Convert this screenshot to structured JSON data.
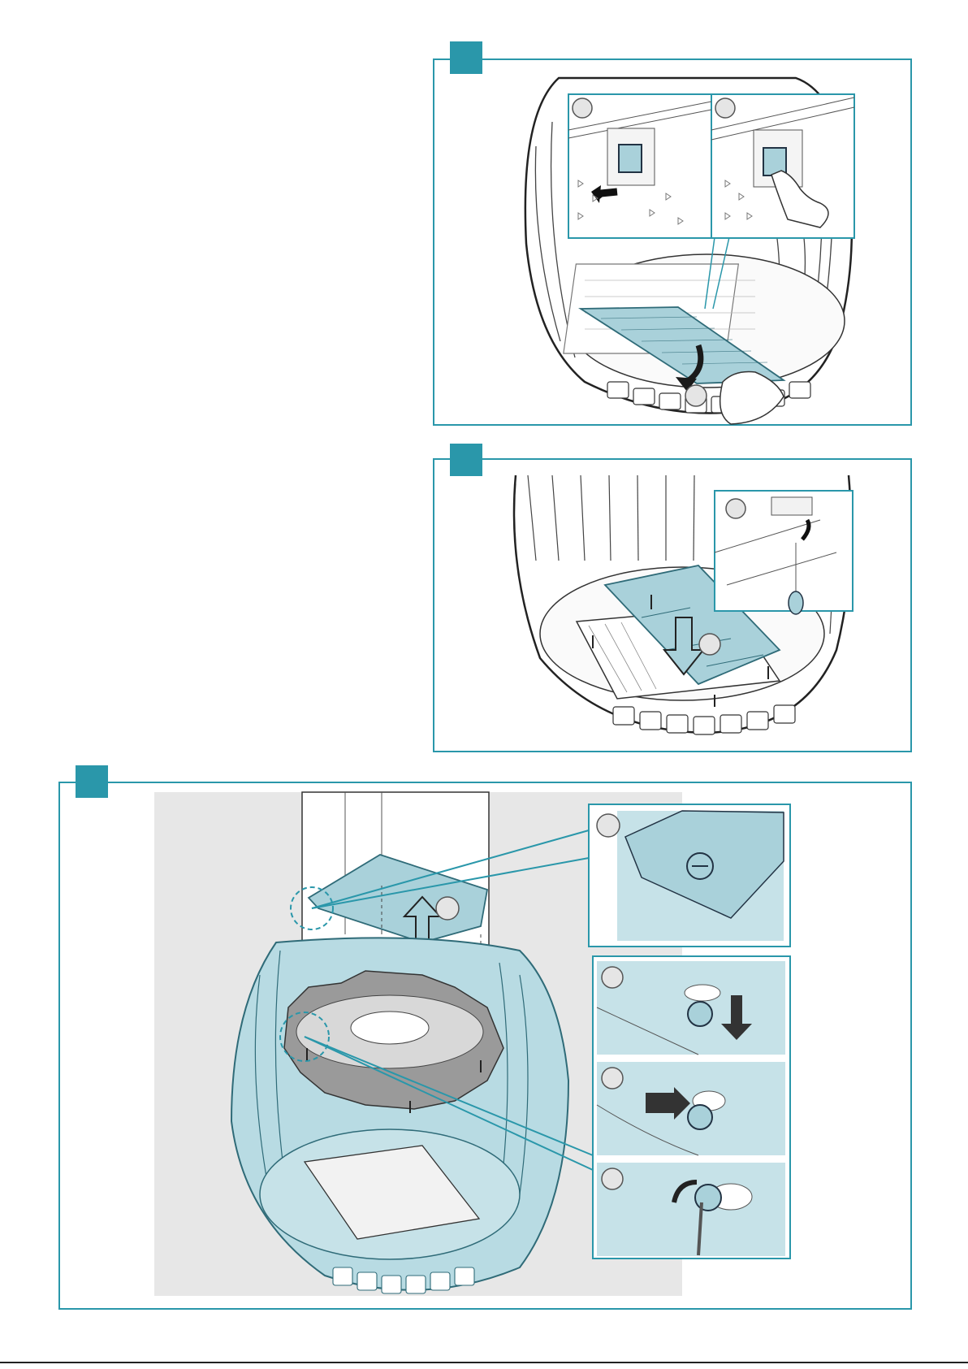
{
  "page": {
    "number": "",
    "accent_color": "#2a97aa",
    "part_fill": "#a9d1da"
  },
  "figures": [
    {
      "id": "filter-removal",
      "callouts": 3
    },
    {
      "id": "grease-plate-install",
      "callouts": 2
    },
    {
      "id": "chimney-screw-detail",
      "callouts": 4
    }
  ]
}
